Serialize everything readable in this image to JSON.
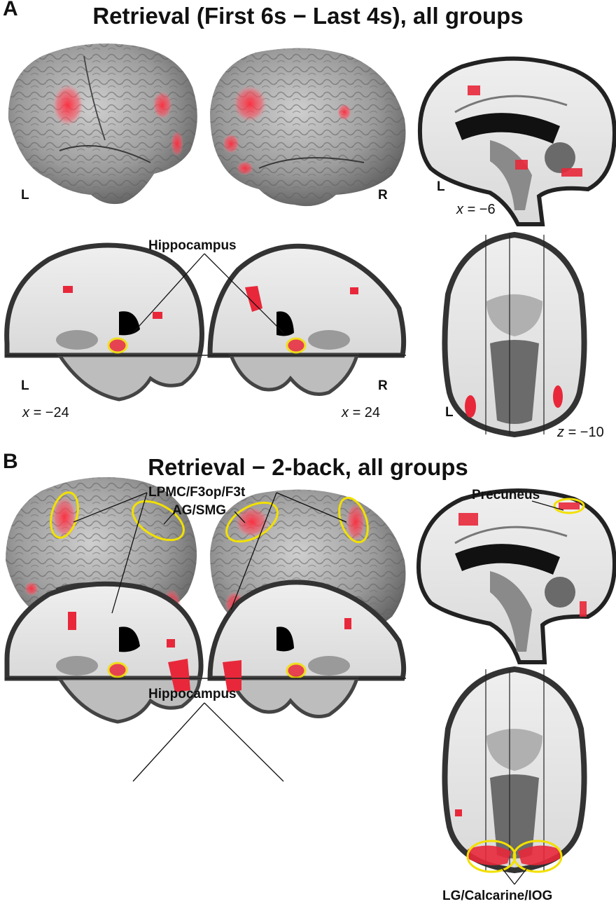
{
  "colors": {
    "activation": "#e8283a",
    "roi_ellipse": "#f2e000",
    "brain_gray": "#9a9a9a"
  },
  "panel_a": {
    "letter": "A",
    "title": "Retrieval (First 6s − Last 4s), all groups",
    "left_lateral_label": "L",
    "right_lateral_label": "R",
    "sagittal_label": "L",
    "sagittal_coord_axis": "x",
    "sagittal_coord_value": "= −6",
    "left_coronal_label": "L",
    "right_coronal_label": "R",
    "left_slice_axis": "x",
    "left_slice_value": "= −24",
    "right_slice_axis": "x",
    "right_slice_value": "= 24",
    "axial_label": "L",
    "axial_coord_axis": "z",
    "axial_coord_value": "= −10",
    "hippocampus_callout": "Hippocampus"
  },
  "panel_b": {
    "letter": "B",
    "title": "Retrieval − 2-back, all groups",
    "lpmc_callout": "LPMC/F3op/F3t",
    "ag_callout": "AG/SMG",
    "precuneus_callout": "Precuneus",
    "hippocampus_callout": "Hippocampus",
    "occipital_callout": "LG/Calcarine/IOG"
  }
}
